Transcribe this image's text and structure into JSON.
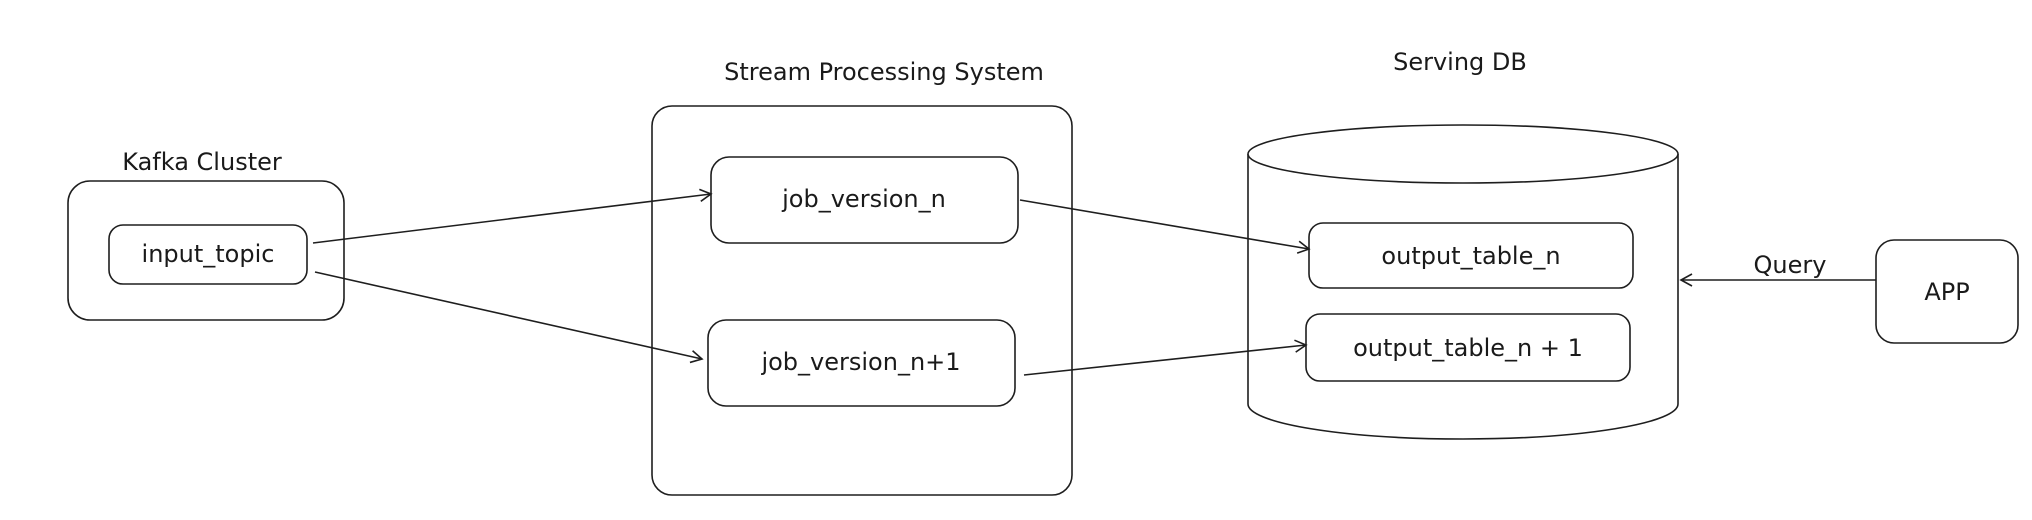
{
  "groups": {
    "kafka_cluster": "Kafka Cluster",
    "stream_processing": "Stream Processing System",
    "serving_db": "Serving DB"
  },
  "nodes": {
    "input_topic": "input_topic",
    "job_v_n": "job_version_n",
    "job_v_n1": "job_version_n+1",
    "output_n": "output_table_n",
    "output_n1": "output_table_n + 1",
    "app": "APP"
  },
  "edges": {
    "query_label": "Query"
  },
  "colors": {
    "stroke": "#1e1e1e",
    "text": "#1a1a1a",
    "background": "#ffffff"
  }
}
